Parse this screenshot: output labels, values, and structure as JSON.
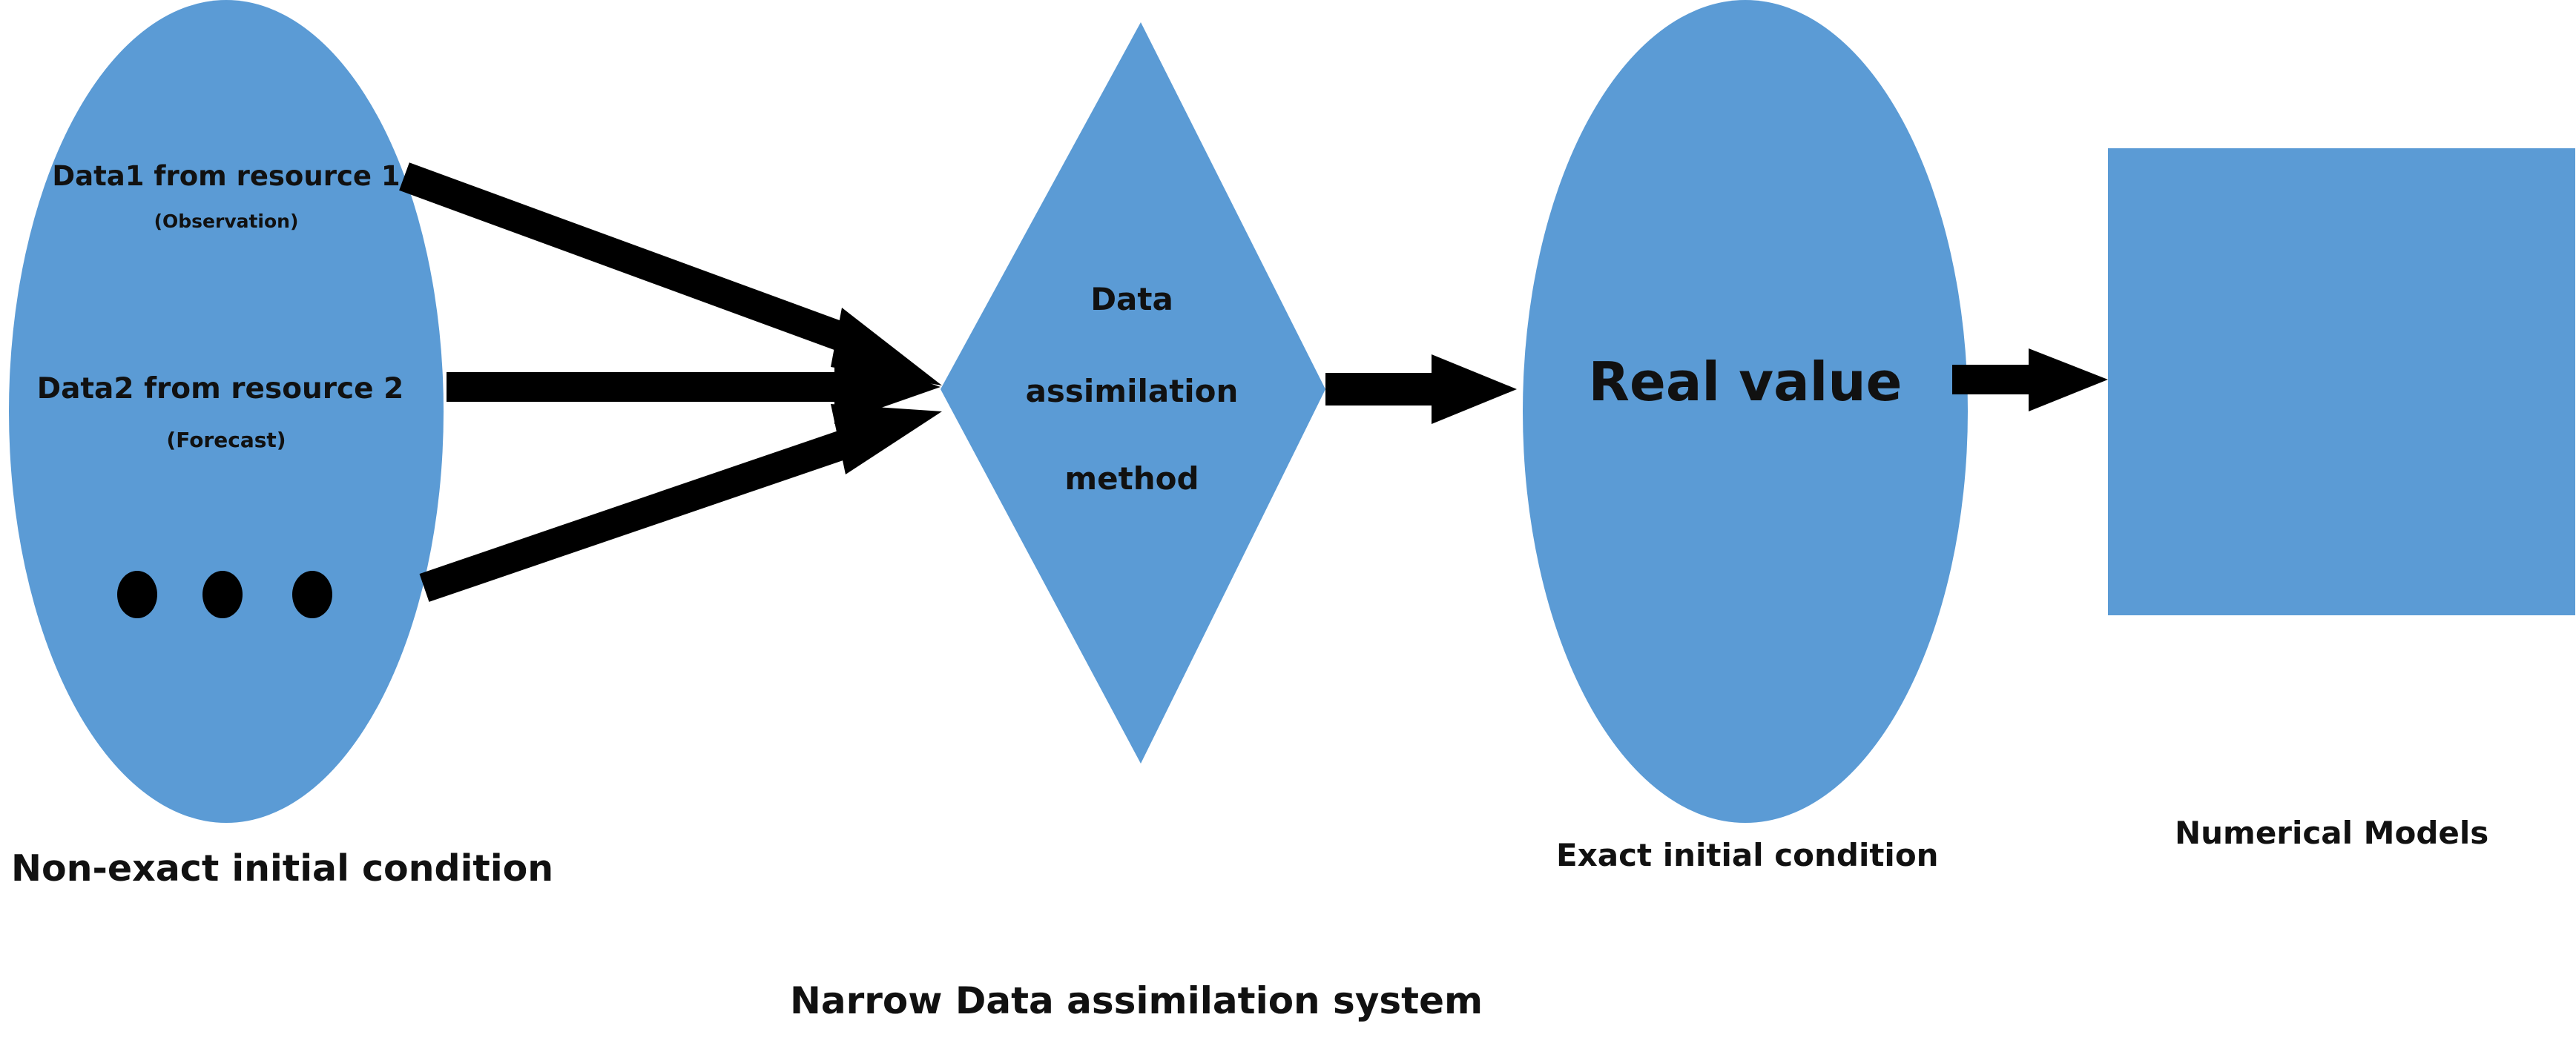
{
  "nodes": {
    "non_exact_ellipse": {
      "data1_label": "Data1 from resource 1",
      "data1_sub": "(Observation)",
      "data2_label": "Data2 from resource 2",
      "data2_sub": "(Forecast)",
      "caption": "Non-exact initial condition"
    },
    "method_diamond": {
      "line1": "Data",
      "line2": "assimilation",
      "line3": "method"
    },
    "exact_ellipse": {
      "label": "Real value",
      "caption": "Exact initial condition"
    },
    "models_rect": {
      "caption": "Numerical Models"
    }
  },
  "footer_caption": "Narrow Data assimilation system",
  "colors": {
    "shape_fill": "#5b9bd5",
    "arrow": "#000000"
  }
}
